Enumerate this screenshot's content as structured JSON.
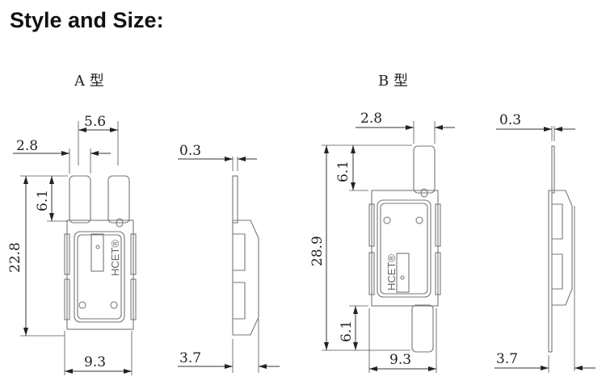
{
  "title": "Style and Size:",
  "type_a": {
    "label": "A  型",
    "dims": {
      "pin_spacing": "5.6",
      "pin_width": "2.8",
      "pin_length": "6.1",
      "length": "22.8",
      "width": "9.3",
      "tab_thickness": "0.3",
      "body_thickness": "3.7"
    },
    "marking": "HCET®"
  },
  "type_b": {
    "label": "B  型",
    "dims": {
      "pin_width": "2.8",
      "pin_length_top": "6.1",
      "pin_length_bottom": "6.1",
      "length": "28.9",
      "width": "9.3",
      "tab_thickness": "0.3",
      "body_thickness": "3.7"
    },
    "marking": "HCET®"
  }
}
